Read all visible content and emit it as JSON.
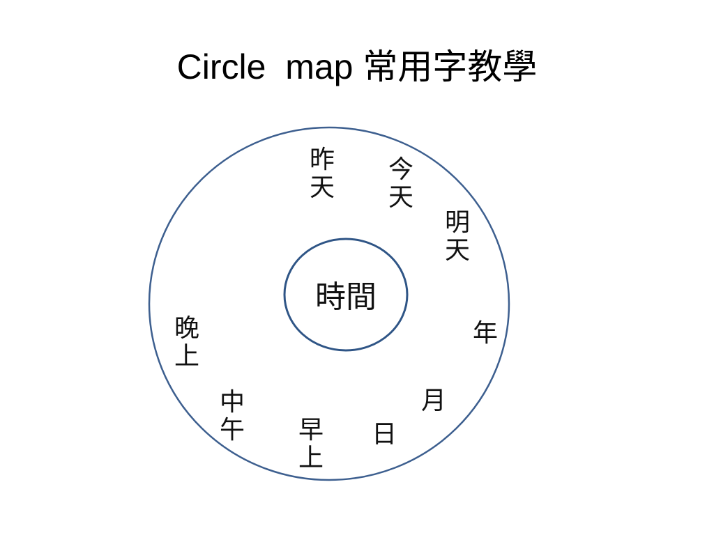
{
  "title": {
    "latin": "Circle  map ",
    "cjk": "常用字教學"
  },
  "circle_map": {
    "center": "時間",
    "outer_color": "#3d5f8f",
    "inner_color": "#2f5586",
    "words": [
      {
        "id": "zuotian",
        "chars": [
          "昨",
          "天"
        ]
      },
      {
        "id": "jintian",
        "chars": [
          "今",
          "天"
        ]
      },
      {
        "id": "mingtian",
        "chars": [
          "明",
          "天"
        ]
      },
      {
        "id": "nian",
        "chars": [
          "年"
        ]
      },
      {
        "id": "yue",
        "chars": [
          "月"
        ]
      },
      {
        "id": "ri",
        "chars": [
          "日"
        ]
      },
      {
        "id": "zaoshang",
        "chars": [
          "早",
          "上"
        ]
      },
      {
        "id": "zhongwu",
        "chars": [
          "中",
          "午"
        ]
      },
      {
        "id": "wanshang",
        "chars": [
          "晚",
          "上"
        ]
      }
    ]
  }
}
